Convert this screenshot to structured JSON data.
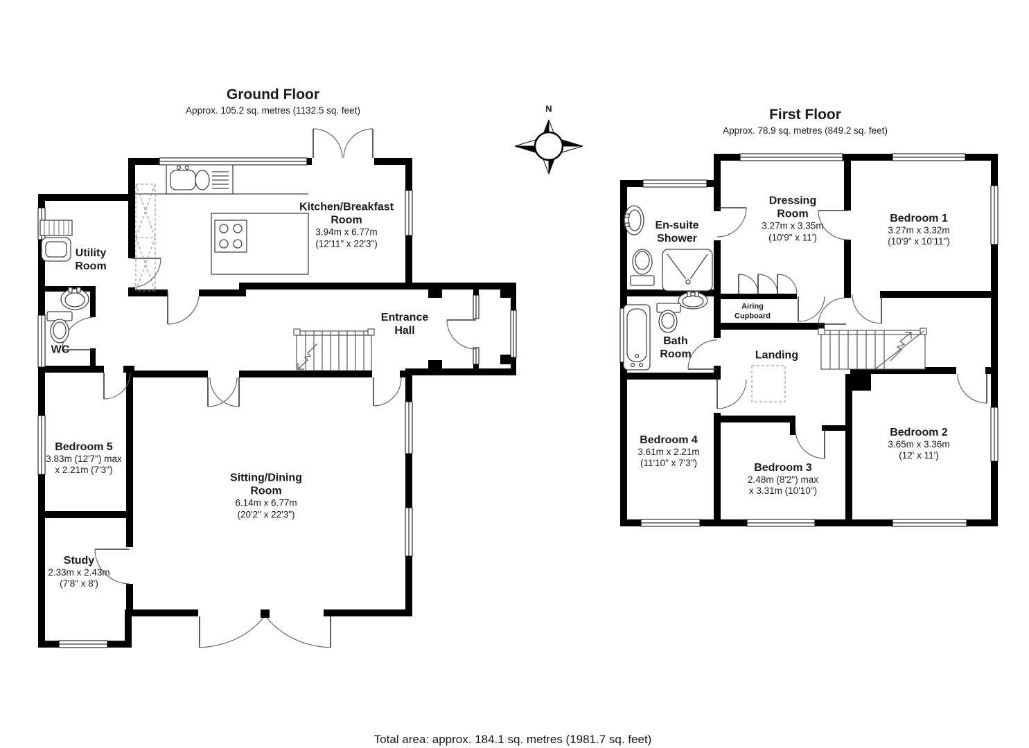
{
  "ground_floor": {
    "title": "Ground Floor",
    "subtitle": "Approx. 105.2 sq. metres (1132.5 sq. feet)",
    "rooms": {
      "kitchen": {
        "name1": "Kitchen/Breakfast",
        "name2": "Room",
        "dim1": "3.94m x 6.77m",
        "dim2": "(12'11\" x 22'3\")"
      },
      "utility": {
        "name1": "Utility",
        "name2": "Room"
      },
      "wc": {
        "name1": "WC"
      },
      "entrance_hall": {
        "name1": "Entrance",
        "name2": "Hall"
      },
      "bedroom5": {
        "name1": "Bedroom 5",
        "dim1": "3.83m (12'7\") max",
        "dim2": "x 2.21m (7'3\")"
      },
      "study": {
        "name1": "Study",
        "dim1": "2.33m x 2.43m",
        "dim2": "(7'8\" x 8')"
      },
      "sitting_dining": {
        "name1": "Sitting/Dining",
        "name2": "Room",
        "dim1": "6.14m x 6.77m",
        "dim2": "(20'2\" x 22'3\")"
      }
    }
  },
  "first_floor": {
    "title": "First Floor",
    "subtitle": "Approx. 78.9 sq. metres (849.2 sq. feet)",
    "rooms": {
      "ensuite": {
        "name1": "En-suite",
        "name2": "Shower"
      },
      "dressing": {
        "name1": "Dressing",
        "name2": "Room",
        "dim1": "3.27m x 3.35m",
        "dim2": "(10'9\" x 11')"
      },
      "bedroom1": {
        "name1": "Bedroom 1",
        "dim1": "3.27m x 3.32m",
        "dim2": "(10'9\" x 10'11\")"
      },
      "airing": {
        "name1": "Airing",
        "name2": "Cupboard"
      },
      "bath": {
        "name1": "Bath",
        "name2": "Room"
      },
      "landing": {
        "name1": "Landing"
      },
      "bedroom4": {
        "name1": "Bedroom 4",
        "dim1": "3.61m x 2.21m",
        "dim2": "(11'10\" x 7'3\")"
      },
      "bedroom3": {
        "name1": "Bedroom 3",
        "dim1": "2.48m (8'2\") max",
        "dim2": "x 3.31m (10'10\")"
      },
      "bedroom2": {
        "name1": "Bedroom 2",
        "dim1": "3.65m x 3.36m",
        "dim2": "(12' x 11')"
      }
    }
  },
  "compass": {
    "north_label": "N"
  },
  "footer": {
    "total_area": "Total area: approx. 184.1 sq. metres (1981.7 sq. feet)"
  }
}
